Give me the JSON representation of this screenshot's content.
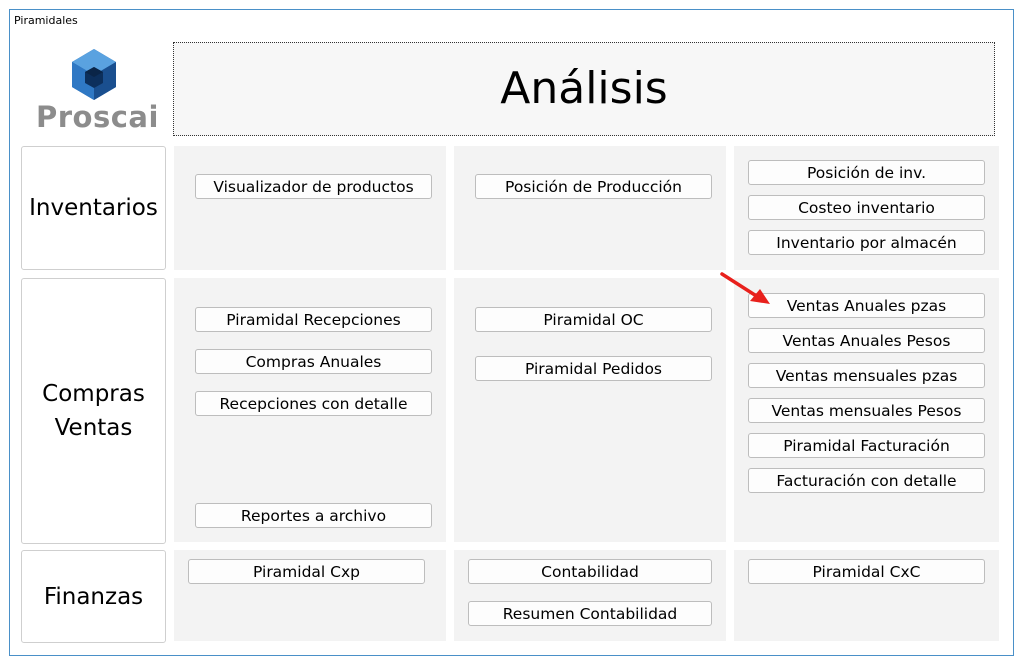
{
  "window": {
    "title": "Piramidales"
  },
  "logo": {
    "text": "Proscai",
    "brand_color": "#2d6eb5"
  },
  "header": {
    "title": "Análisis"
  },
  "categories": {
    "inventarios": "Inventarios",
    "compras_ventas_line1": "Compras",
    "compras_ventas_line2": "Ventas",
    "finanzas": "Finanzas"
  },
  "inventarios": {
    "col1": [
      "Visualizador de productos"
    ],
    "col2": [
      "Posición de Producción"
    ],
    "col3": [
      "Posición de inv.",
      "Costeo inventario",
      "Inventario por almacén"
    ]
  },
  "compras_ventas": {
    "col1": [
      "Piramidal Recepciones",
      "Compras Anuales",
      "Recepciones con detalle",
      "Reportes a archivo"
    ],
    "col2": [
      "Piramidal OC",
      "Piramidal Pedidos"
    ],
    "col3": [
      "Ventas Anuales pzas",
      "Ventas Anuales Pesos",
      "Ventas mensuales pzas",
      "Ventas mensuales Pesos",
      "Piramidal Facturación",
      "Facturación con detalle"
    ]
  },
  "finanzas": {
    "col1": [
      "Piramidal Cxp"
    ],
    "col2": [
      "Contabilidad",
      "Resumen Contabilidad"
    ],
    "col3": [
      "Piramidal CxC"
    ]
  },
  "annotation": {
    "arrow_color": "#e8201c"
  }
}
